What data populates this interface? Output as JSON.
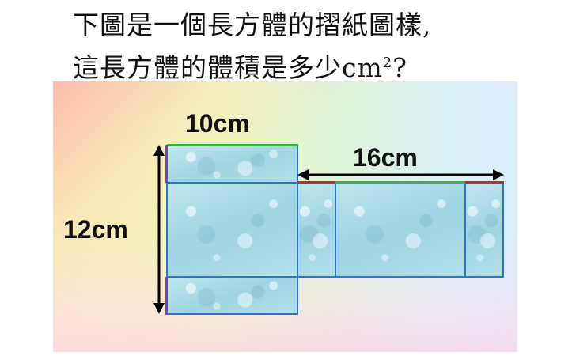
{
  "question": {
    "line1": "下圖是一個長方體的摺紙圖樣,",
    "line2_main": "這長方體的體積是多少cm",
    "line2_sup": "2",
    "line2_end": "?"
  },
  "diagram": {
    "label_width": "10cm",
    "label_length": "16cm",
    "label_height": "12cm"
  },
  "colors": {
    "face_border": "#2a76c8",
    "edge_green": "#3cb043",
    "edge_red": "#e02020",
    "edge_purple": "#7a3fc0",
    "arrow": "#000000"
  }
}
